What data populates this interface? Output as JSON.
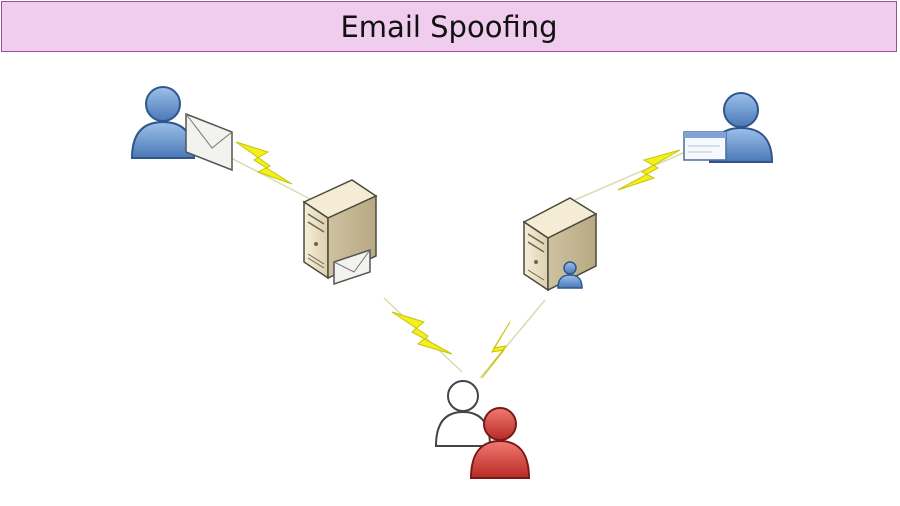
{
  "slide": {
    "title": "Email Spoofing"
  },
  "diagram": {
    "nodes": [
      {
        "id": "sender",
        "kind": "user",
        "color": "#5b8cc8"
      },
      {
        "id": "sender-mail-server",
        "kind": "server"
      },
      {
        "id": "recipient-mail-server",
        "kind": "server"
      },
      {
        "id": "recipient",
        "kind": "user",
        "color": "#5b8cc8"
      },
      {
        "id": "attacker",
        "kind": "user-pair",
        "color": "#d63b34"
      }
    ],
    "connections": [
      {
        "from": "sender",
        "to": "sender-mail-server"
      },
      {
        "from": "sender-mail-server",
        "to": "attacker"
      },
      {
        "from": "attacker",
        "to": "recipient-mail-server"
      },
      {
        "from": "recipient-mail-server",
        "to": "recipient"
      }
    ],
    "colors": {
      "lightning": "#f4f01c",
      "server_body": "#ebe2c6",
      "user_blue": "#5b8cc8",
      "attacker_red": "#d63b34"
    }
  }
}
